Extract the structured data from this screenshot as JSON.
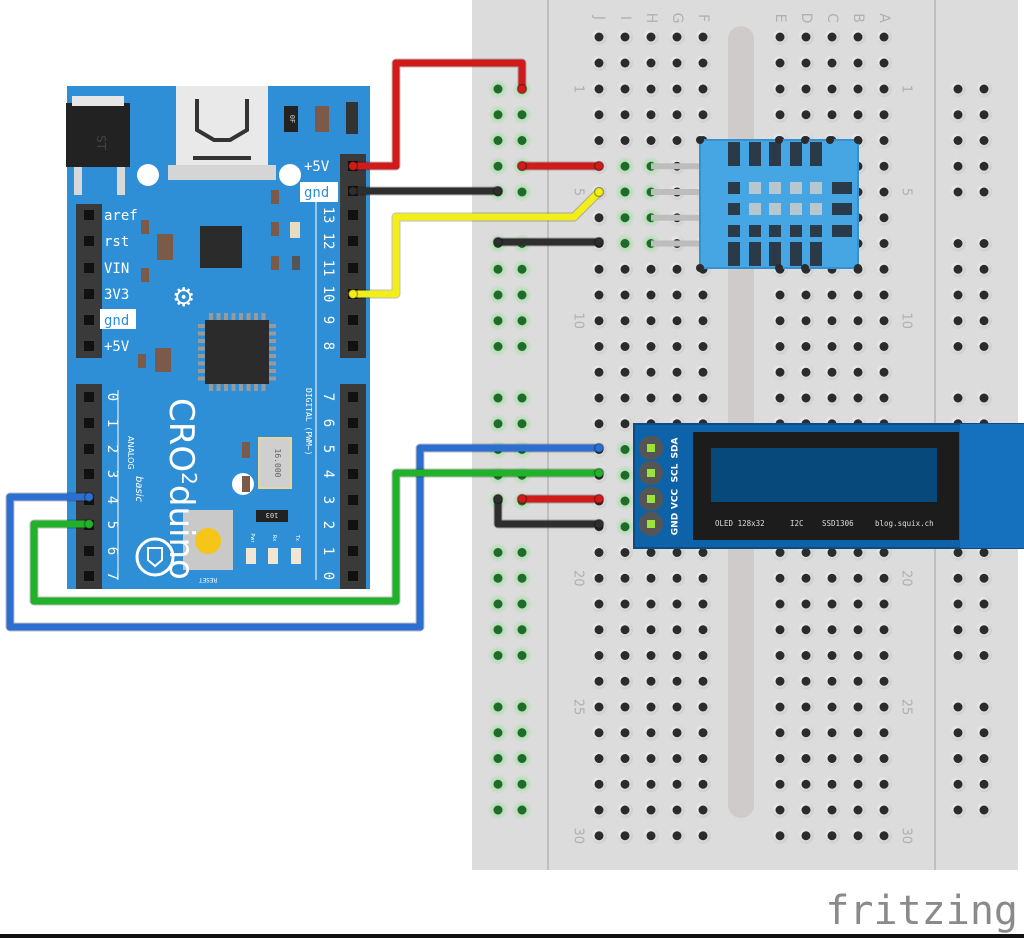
{
  "app": {
    "watermark": "fritzing"
  },
  "colors": {
    "breadboard": "#dcdcdc",
    "hole": "#2b2b2b",
    "hole_connected": "#1f6b2a",
    "hole_glow": "#8be08b",
    "board_blue": "#2f8fd6",
    "header": "#3a3a3a",
    "wire_red": "#d11a1a",
    "wire_black": "#2e2e2e",
    "wire_yellow": "#f2ee1a",
    "wire_green": "#22b22a",
    "wire_blue": "#2d6fd1",
    "oled_pcb": "#0e63a8",
    "oled_screen": "#06497a",
    "dht_body": "#45a6e3"
  },
  "breadboard": {
    "column_labels_left": [
      "J",
      "I",
      "H",
      "G",
      "F"
    ],
    "column_labels_right": [
      "E",
      "D",
      "C",
      "B",
      "A"
    ],
    "row_labels": [
      "1",
      "5",
      "10",
      "20",
      "25",
      "30"
    ],
    "row_count": 30
  },
  "arduino": {
    "name": "CRO",
    "name_sub": "2",
    "name_tail": "duino",
    "edition": "basic",
    "left_header_labels": [
      "aref",
      "rst",
      "VIN",
      "3V3",
      "gnd",
      "+5V"
    ],
    "power_labels": [
      "+5V",
      "gnd"
    ],
    "digital_high_labels": [
      "13",
      "12",
      "11",
      "10",
      "9",
      "8"
    ],
    "digital_low_labels": [
      "7",
      "6",
      "5",
      "4",
      "3",
      "2",
      "1",
      "0"
    ],
    "analog_labels": [
      "0",
      "1",
      "2",
      "3",
      "4",
      "5",
      "6",
      "7"
    ],
    "analog_title": "ANALOG",
    "digital_title": "DIGITAL (PWM~)",
    "reset_label": "RESET",
    "led_labels": [
      "Pwr",
      "Rx",
      "Tx"
    ],
    "crystal_label": "16.000",
    "resistor_label": "103",
    "cap_label": "0F"
  },
  "oled": {
    "pins": [
      "SDA",
      "SCL",
      "VCC",
      "GND"
    ],
    "caption_items": [
      "OLED 128x32",
      "I2C",
      "SSD1306",
      "blog.squix.ch"
    ]
  },
  "dht": {
    "pin_count": 4
  },
  "wires": [
    {
      "name": "wire-5v-to-rail",
      "color": "red",
      "from": "arduino +5V",
      "to": "power rail +"
    },
    {
      "name": "wire-gnd-to-rail",
      "color": "black",
      "from": "arduino gnd",
      "to": "power rail -"
    },
    {
      "name": "wire-rail-to-dht-vcc",
      "color": "red",
      "from": "power rail +",
      "to": "DHT pin 1"
    },
    {
      "name": "wire-d10-to-dht-data",
      "color": "yellow",
      "from": "arduino D10",
      "to": "DHT pin 2"
    },
    {
      "name": "wire-rail-to-dht-gnd",
      "color": "black",
      "from": "power rail -",
      "to": "DHT pin 4"
    },
    {
      "name": "wire-a4-to-oled-sda",
      "color": "blue",
      "from": "arduino A4",
      "to": "OLED SDA"
    },
    {
      "name": "wire-a5-to-oled-scl",
      "color": "green",
      "from": "arduino A5",
      "to": "OLED SCL"
    },
    {
      "name": "wire-rail-to-oled-vcc",
      "color": "red",
      "from": "power rail +",
      "to": "OLED VCC"
    },
    {
      "name": "wire-rail-to-oled-gnd",
      "color": "black",
      "from": "power rail -",
      "to": "OLED GND"
    }
  ]
}
